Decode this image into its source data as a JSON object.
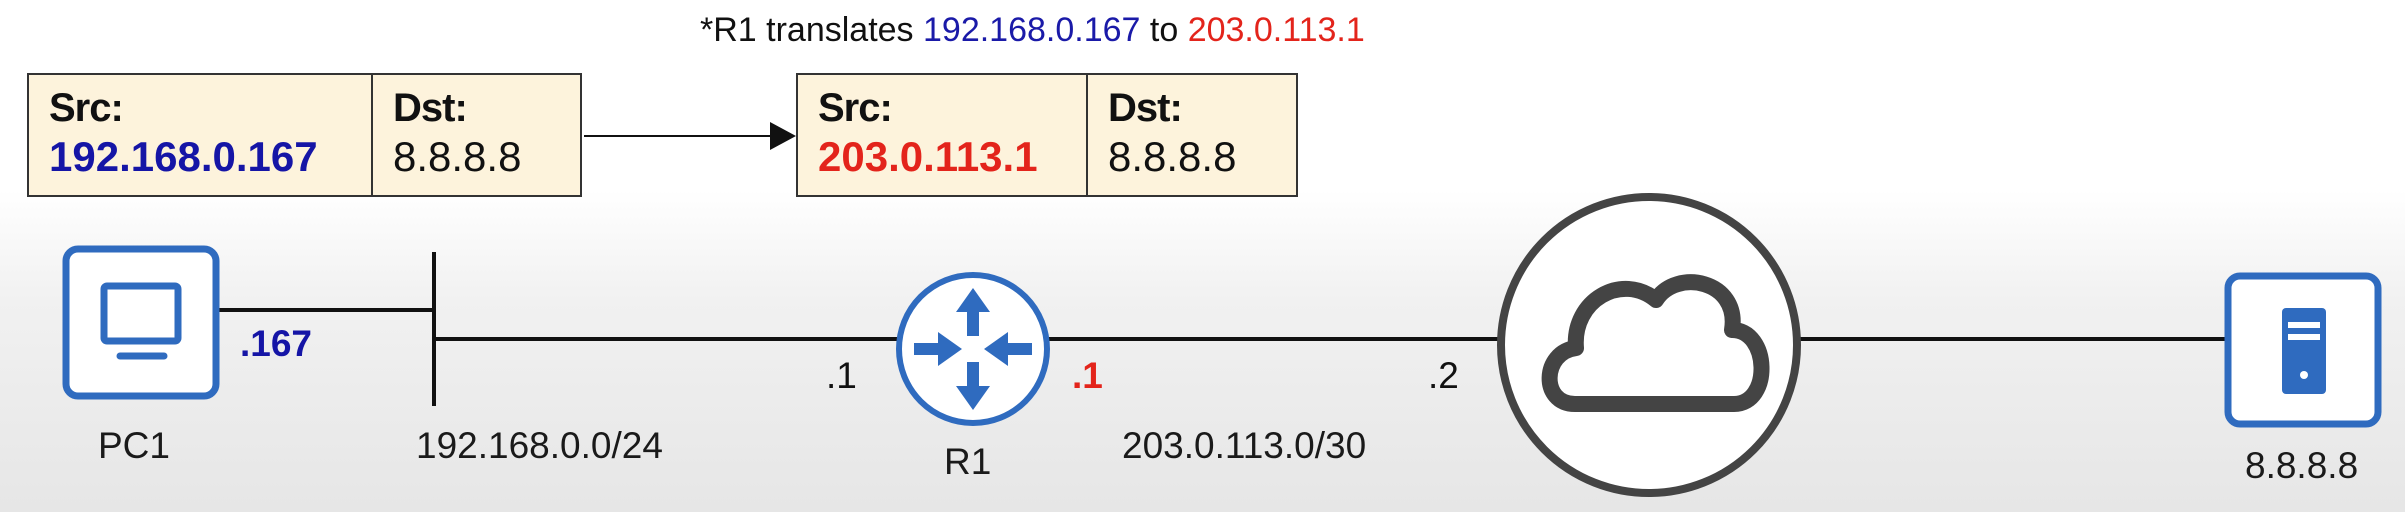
{
  "note": {
    "prefix": "*R1 translates ",
    "from_ip": "192.168.0.167",
    "mid": " to ",
    "to_ip": "203.0.113.1",
    "from_color": "#1a1aa8",
    "to_color": "#e3241b"
  },
  "packet_before": {
    "src_label": "Src:",
    "src_value": "192.168.0.167",
    "dst_label": "Dst:",
    "dst_value": "8.8.8.8"
  },
  "packet_after": {
    "src_label": "Src:",
    "src_value": "203.0.113.1",
    "dst_label": "Dst:",
    "dst_value": "8.8.8.8"
  },
  "devices": {
    "pc1": {
      "label": "PC1",
      "icon": "computer-icon",
      "interface": ".167"
    },
    "r1": {
      "label": "R1",
      "icon": "router-icon",
      "inside_interface": ".1",
      "outside_interface": ".1"
    },
    "internet": {
      "icon": "cloud-icon",
      "interface": ".2"
    },
    "server": {
      "label": "8.8.8.8",
      "icon": "server-icon"
    }
  },
  "networks": {
    "lan": "192.168.0.0/24",
    "wan": "203.0.113.0/30"
  },
  "colors": {
    "device_blue": "#2f6bbf",
    "header_fill": "#fdf3dc",
    "inside_ip": "#1515a6",
    "outside_ip": "#e3241b"
  }
}
